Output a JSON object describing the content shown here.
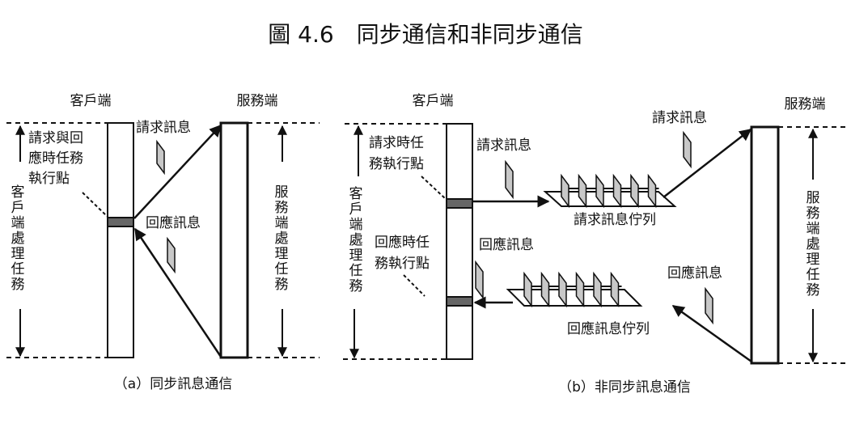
{
  "title": "圖 4.6　同步通信和非同步通信",
  "colors": {
    "line": "#111111",
    "message_fill": "#c8c8c8",
    "exec_point": "#666666"
  },
  "panel_a": {
    "client_label": "客戶端",
    "server_label": "服務端",
    "exec_point_label_lines": [
      "請求與回",
      "應時任務",
      "執行點"
    ],
    "client_task_label": "客戶端處理任務",
    "server_task_label": "服務端處理任務",
    "request_label": "請求訊息",
    "response_label": "回應訊息",
    "caption": "（a）同步訊息通信"
  },
  "panel_b": {
    "client_label": "客戶端",
    "server_label": "服務端",
    "request_exec_label_lines": [
      "請求時任",
      "務執行點"
    ],
    "response_exec_label_lines": [
      "回應時任",
      "務執行點"
    ],
    "client_task_label": "客戶端處理任務",
    "server_task_label": "服務端處理任務",
    "request_label_left": "請求訊息",
    "request_label_right": "請求訊息",
    "response_label_left": "回應訊息",
    "response_label_right": "回應訊息",
    "request_queue_label": "請求訊息佇列",
    "response_queue_label": "回應訊息佇列",
    "queue_message_count": 6,
    "caption": "（b）非同步訊息通信"
  }
}
